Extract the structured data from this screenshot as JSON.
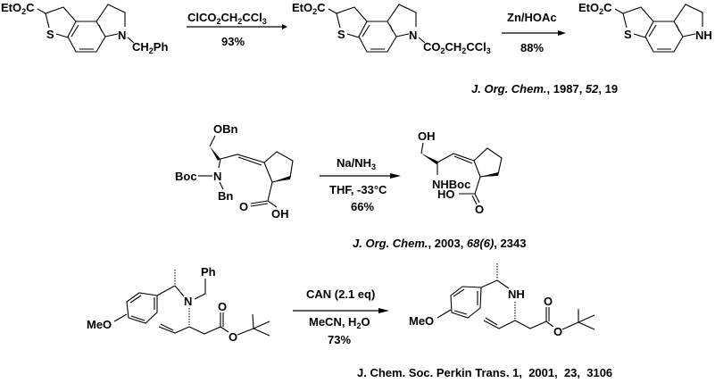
{
  "reactions": [
    {
      "id": "reaction-1",
      "starting_material": {
        "labels": {
          "ester": "EtO2C",
          "sulfur": "S",
          "nitrogen": "N",
          "n_substituent": "CH2Ph"
        }
      },
      "step1": {
        "reagent": "ClCO2CH2CCl3",
        "yield": "93%"
      },
      "intermediate": {
        "labels": {
          "ester": "EtO2C",
          "sulfur": "S",
          "nitrogen": "N",
          "n_substituent": "CO2CH2CCl3"
        }
      },
      "step2": {
        "reagent": "Zn/HOAc",
        "yield": "88%"
      },
      "product": {
        "labels": {
          "ester": "EtO2C",
          "sulfur": "S",
          "nitrogen": "NH"
        }
      },
      "reference": {
        "journal": "J. Org. Chem.",
        "year": "1987",
        "volume": "52",
        "page": "19"
      }
    },
    {
      "id": "reaction-2",
      "starting_material": {
        "labels": {
          "obn": "OBn",
          "boc": "Boc",
          "nitrogen": "N",
          "bn": "Bn",
          "carbonyl_o": "O",
          "oh": "OH"
        }
      },
      "step": {
        "reagent": "Na/NH3",
        "solvent": "THF, -33°C",
        "yield": "66%"
      },
      "product": {
        "labels": {
          "oh": "OH",
          "nhboc": "NHBoc",
          "ho": "HO",
          "carbonyl_o": "O"
        }
      },
      "reference": {
        "journal": "J. Org. Chem.",
        "year": "2003",
        "volume": "68(6)",
        "page": "2343"
      }
    },
    {
      "id": "reaction-3",
      "starting_material": {
        "labels": {
          "ph": "Ph",
          "nitrogen": "N",
          "meo": "MeO",
          "carbonyl_o": "O",
          "ester_o": "O"
        }
      },
      "step": {
        "reagent": "CAN (2.1 eq)",
        "solvent": "MeCN, H2O",
        "yield": "73%"
      },
      "product": {
        "labels": {
          "nh": "NH",
          "meo": "MeO",
          "carbonyl_o": "O",
          "ester_o": "O"
        }
      },
      "reference": {
        "text": "J. Chem. Soc. Perkin Trans. 1,  2001,  23,  3106"
      }
    }
  ]
}
